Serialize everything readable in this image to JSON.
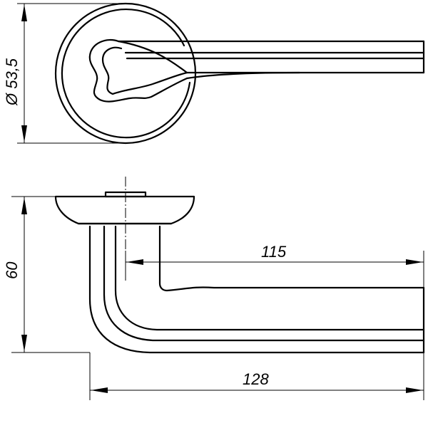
{
  "drawing": {
    "line_color": "#000000",
    "background_color": "#ffffff",
    "dimensions": {
      "rosette_diameter": "Ø 53,5",
      "rosette_diameter_symbol": "Ø",
      "rosette_diameter_value": "53,5",
      "height": "60",
      "inner_length": "115",
      "total_length": "128"
    }
  }
}
